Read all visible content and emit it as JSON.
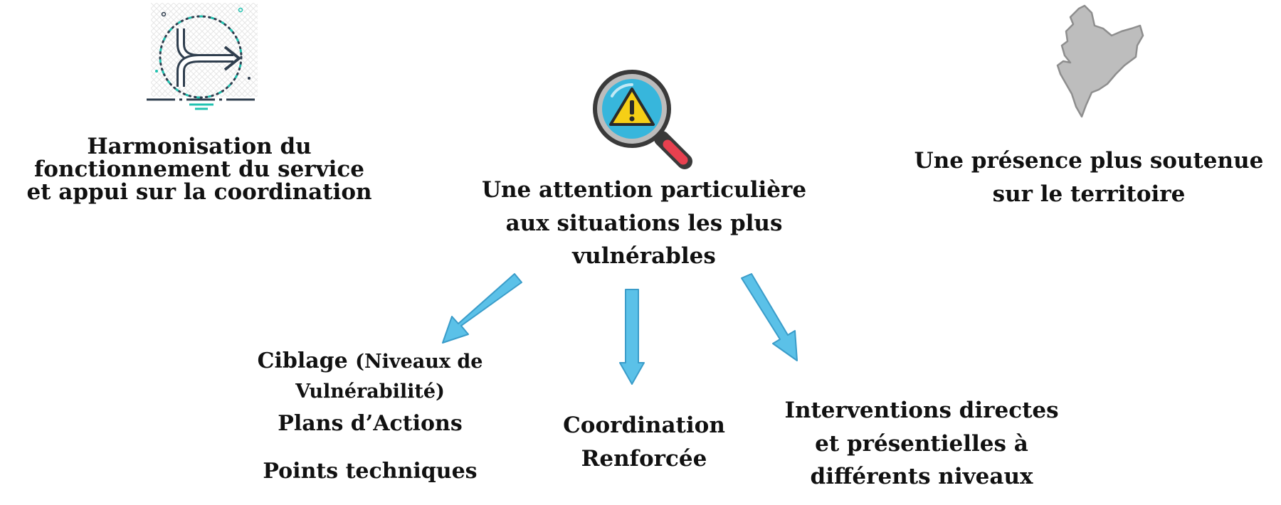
{
  "colors": {
    "arrow_fill": "#5bc1e8",
    "arrow_stroke": "#3a9cc9",
    "text": "#111111",
    "teal_accent": "#21c2b0",
    "icon_dark": "#2f3e4e",
    "map_gray": "#bdbdbd",
    "magnifier_rim": "#3a3a3a",
    "magnifier_glass": "#37b6dc",
    "warning_yellow": "#f6cf16",
    "handle_red": "#e8404f"
  },
  "icons": {
    "left": "merge-arrow-icon",
    "center": "warning-magnifier-icon",
    "right": "territory-map-icon"
  },
  "left_block": {
    "lines": [
      "Harmonisation du",
      "fonctionnement du service",
      "et appui sur la coordination"
    ]
  },
  "center_block": {
    "lines": [
      "Une attention particulière",
      "aux situations les plus",
      "vulnérables"
    ]
  },
  "right_block": {
    "lines": [
      "Une présence plus soutenue",
      "sur le territoire"
    ]
  },
  "branch_left": {
    "ciblage": "Ciblage",
    "niveaux_open": "(Niveaux de",
    "vulnerabilite": "Vulnérabilité)",
    "plans": "Plans d’Actions",
    "points": "Points techniques"
  },
  "branch_center": {
    "lines": [
      "Coordination",
      "Renforcée"
    ]
  },
  "branch_right": {
    "lines": [
      "Interventions directes",
      "et présentielles à",
      "différents niveaux"
    ]
  }
}
